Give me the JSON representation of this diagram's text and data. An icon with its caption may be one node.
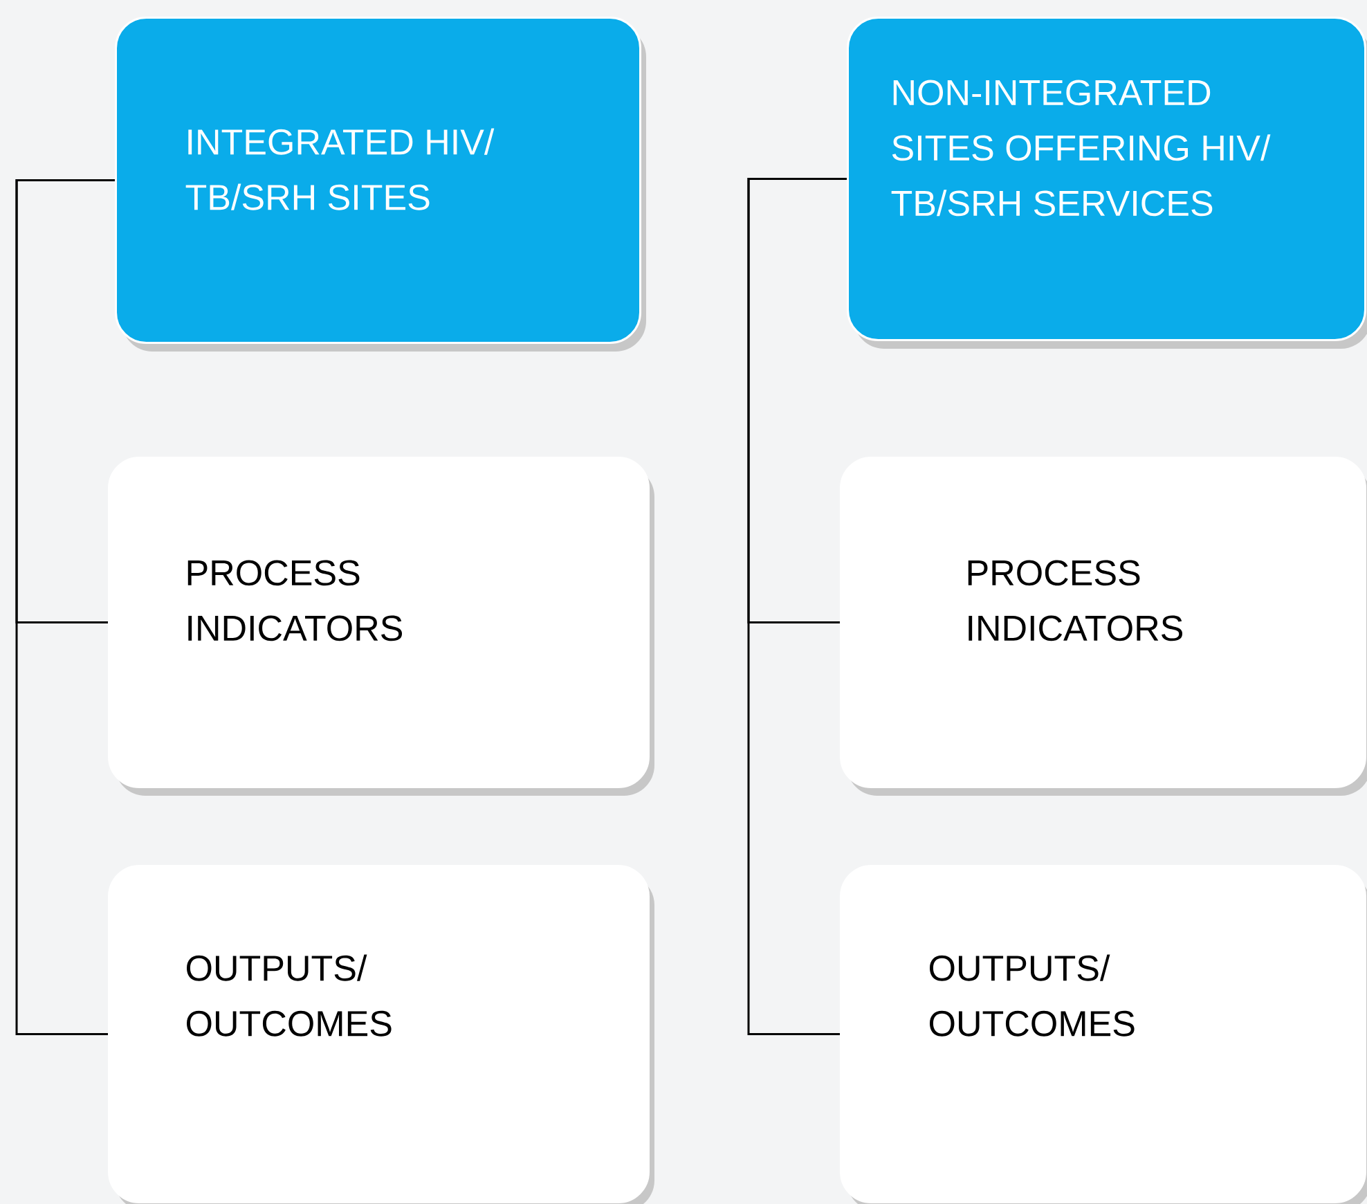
{
  "diagram": {
    "nodes": [
      {
        "text": [
          "INTEGRATED HIV/ TB/SRH SITES"
        ]
      },
      {
        "text": [
          "PROCESS INDICATORS"
        ]
      },
      {
        "text": [
          "OUTPUTS/ OUTCOMES"
        ]
      },
      {
        "text": [
          "NON-INTEGRATED SITES OFFERING HIV/ TB/SRH SERVICES"
        ]
      },
      {
        "text": [
          "PROCESS INDICATORS"
        ]
      },
      {
        "text": [
          "OUTPUTS/ OUTCOMES"
        ]
      }
    ],
    "edges": [
      {
        "from": 0,
        "to": 1,
        "arrow": "none"
      },
      {
        "from": 0,
        "to": 2,
        "arrow": "none"
      },
      {
        "from": 3,
        "to": 4,
        "arrow": "none"
      },
      {
        "from": 3,
        "to": 5,
        "arrow": "none"
      }
    ]
  }
}
